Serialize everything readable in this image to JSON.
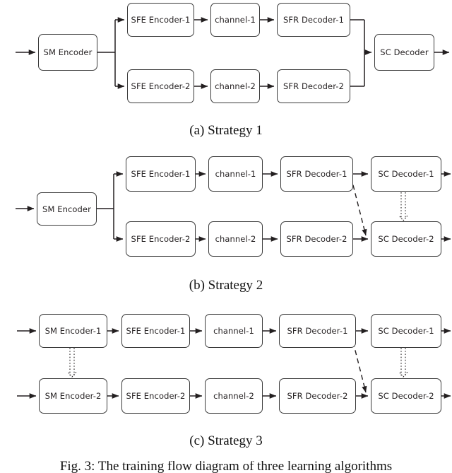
{
  "figure": {
    "caption": "Fig. 3: The training flow diagram of three learning algorithms",
    "panels": [
      {
        "id": "a",
        "caption": "(a) Strategy 1",
        "blocks": [
          {
            "name": "sm-encoder",
            "label": "SM Encoder"
          },
          {
            "name": "sfe-encoder-1",
            "label": "SFE Encoder-1"
          },
          {
            "name": "channel-1",
            "label": "channel-1"
          },
          {
            "name": "sfr-decoder-1",
            "label": "SFR Decoder-1"
          },
          {
            "name": "sfe-encoder-2",
            "label": "SFE Encoder-2"
          },
          {
            "name": "channel-2",
            "label": "channel-2"
          },
          {
            "name": "sfr-decoder-2",
            "label": "SFR Decoder-2"
          },
          {
            "name": "sc-decoder",
            "label": "SC Decoder"
          }
        ]
      },
      {
        "id": "b",
        "caption": "(b) Strategy 2",
        "blocks": [
          {
            "name": "sm-encoder",
            "label": "SM Encoder"
          },
          {
            "name": "sfe-encoder-1",
            "label": "SFE Encoder-1"
          },
          {
            "name": "channel-1",
            "label": "channel-1"
          },
          {
            "name": "sfr-decoder-1",
            "label": "SFR Decoder-1"
          },
          {
            "name": "sc-decoder-1",
            "label": "SC Decoder-1"
          },
          {
            "name": "sfe-encoder-2",
            "label": "SFE Encoder-2"
          },
          {
            "name": "channel-2",
            "label": "channel-2"
          },
          {
            "name": "sfr-decoder-2",
            "label": "SFR Decoder-2"
          },
          {
            "name": "sc-decoder-2",
            "label": "SC Decoder-2"
          }
        ]
      },
      {
        "id": "c",
        "caption": "(c) Strategy 3",
        "blocks": [
          {
            "name": "sm-encoder-1",
            "label": "SM Encoder-1"
          },
          {
            "name": "sfe-encoder-1",
            "label": "SFE Encoder-1"
          },
          {
            "name": "channel-1",
            "label": "channel-1"
          },
          {
            "name": "sfr-decoder-1",
            "label": "SFR Decoder-1"
          },
          {
            "name": "sc-decoder-1",
            "label": "SC Decoder-1"
          },
          {
            "name": "sm-encoder-2",
            "label": "SM Encoder-2"
          },
          {
            "name": "sfe-encoder-2",
            "label": "SFE Encoder-2"
          },
          {
            "name": "channel-2",
            "label": "channel-2"
          },
          {
            "name": "sfr-decoder-2",
            "label": "SFR Decoder-2"
          },
          {
            "name": "sc-decoder-2",
            "label": "SC Decoder-2"
          }
        ]
      }
    ],
    "colors": {
      "stroke": "#3a3a3a",
      "text": "#231f20",
      "background": "#ffffff"
    }
  }
}
